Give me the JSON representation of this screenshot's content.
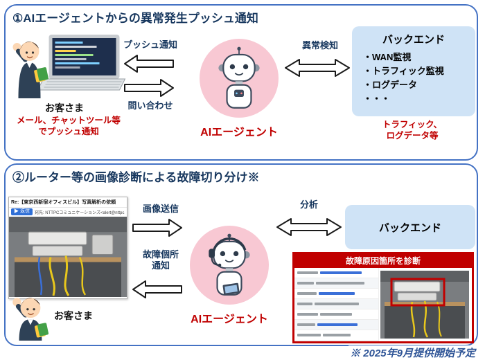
{
  "panel1": {
    "title": "①AIエージェントからの異常発生プッシュ通知",
    "customer_label": "お客さま",
    "customer_note": "メール、チャットツール等\nでプッシュ通知",
    "push_arrow_label": "プッシュ通知",
    "inquiry_arrow_label": "問い合わせ",
    "agent_label": "AIエージェント",
    "detect_arrow_label": "異常検知",
    "backend": {
      "title": "バックエンド",
      "items": [
        "・WAN監視",
        "・トラフィック監視",
        "・ログデータ",
        "・・・"
      ]
    },
    "backend_note": "トラフィック、\nログデータ等"
  },
  "panel2": {
    "title": "②ルーター等の画像診断による故障切り分け※",
    "email": {
      "subject": "Re:【東京西新宿オフィスビル】写真解析の依頼",
      "reply_button": "返信",
      "to_line": "宛先: NTTPCコミュニケーションズ<alert@nttpc.co.jp>"
    },
    "customer_label": "お客さま",
    "send_arrow_label": "画像送信",
    "notify_arrow_label": "故障個所\n通知",
    "agent_label": "AIエージェント",
    "analyze_arrow_label": "分析",
    "backend_title": "バックエンド",
    "diagnosis_banner": "故障原因箇所を診断"
  },
  "footnote": "※ 2025年9月提供開始予定",
  "colors": {
    "panel_border": "#4472c4",
    "title_navy": "#17375e",
    "accent_red": "#c00000",
    "agent_pink": "#f8c8d3",
    "backend_blue": "#cfe3f6",
    "footnote_blue": "#2f5597"
  }
}
